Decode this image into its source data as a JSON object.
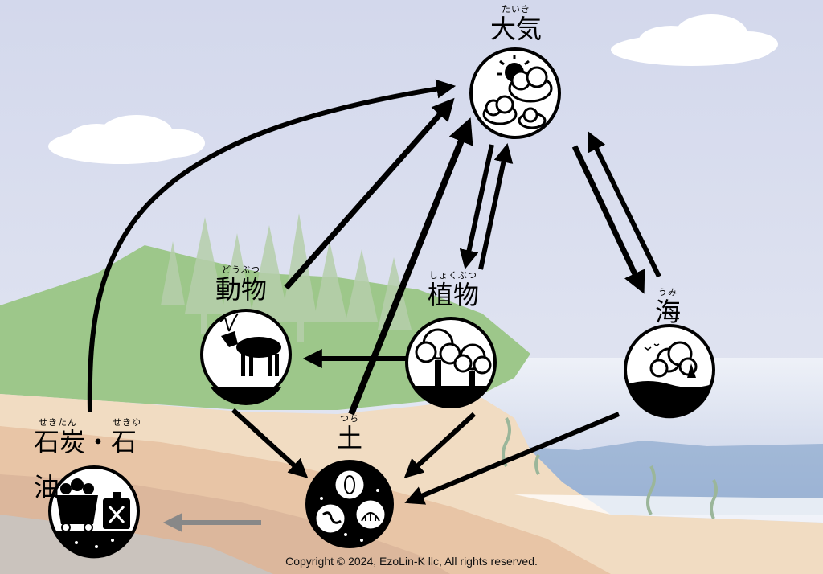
{
  "nodes": {
    "atmosphere": {
      "label": "大気",
      "ruby": "たいき",
      "icon": "sun-cloud-icon"
    },
    "animals": {
      "label": "動物",
      "ruby": "どうぶつ",
      "icon": "deer-icon"
    },
    "plants": {
      "label": "植物",
      "ruby": "しょくぶつ",
      "icon": "trees-icon"
    },
    "ocean": {
      "label": "海",
      "ruby": "うみ",
      "icon": "sea-boat-icon"
    },
    "soil": {
      "label": "土",
      "ruby": "つち",
      "icon": "soil-organisms-icon"
    },
    "fossil": {
      "label_line1": "石炭・石",
      "label_line2": "油",
      "ruby1": "せきたん",
      "ruby2": "せきゆ",
      "icon": "coal-cart-oil-can-icon"
    }
  },
  "copyright": "Copyright © 2024, EzoLin-K llc, All rights reserved.",
  "colors": {
    "sky": "#dde2f0",
    "arrow": "#000000",
    "arrow_faded": "#888888",
    "sea": "#b9c6e3",
    "hill": "#8fbf7c"
  }
}
